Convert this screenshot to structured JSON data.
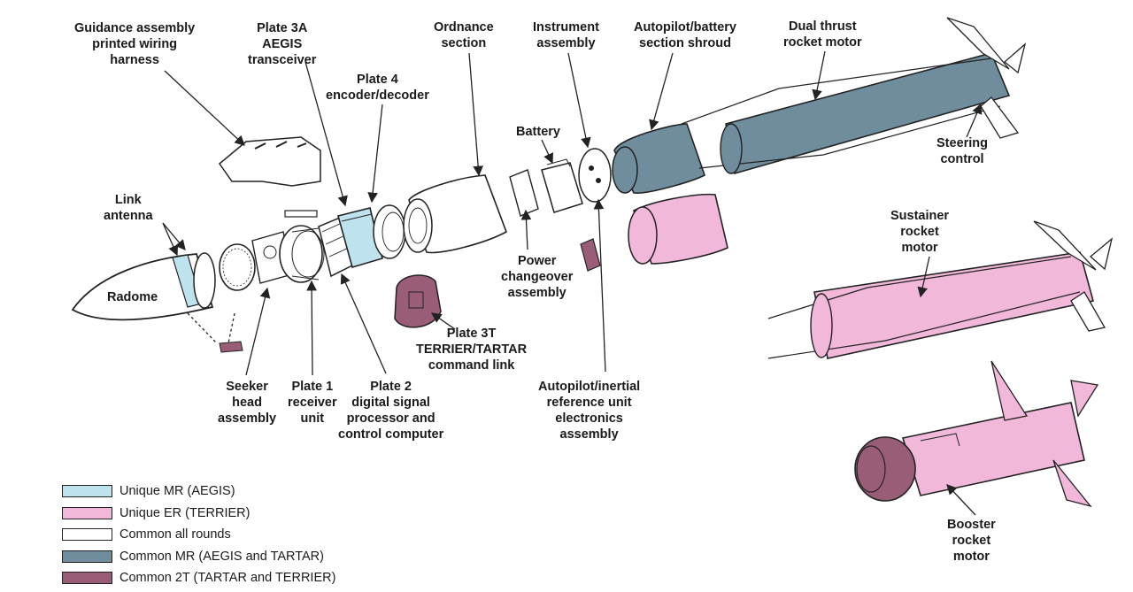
{
  "labels": {
    "guidance_harness": "Guidance assembly\nprinted wiring\nharness",
    "plate3a": "Plate 3A\nAEGIS\ntransceiver",
    "plate4": "Plate 4\nencoder/decoder",
    "ordnance": "Ordnance\nsection",
    "instrument": "Instrument\nassembly",
    "shroud": "Autopilot/battery\nsection shroud",
    "dual_thrust": "Dual thrust\nrocket motor",
    "steering": "Steering\ncontrol",
    "battery": "Battery",
    "link_antenna": "Link\nantenna",
    "radome": "Radome",
    "power": "Power\nchangeover\nassembly",
    "plate3t": "Plate 3T\nTERRIER/TARTAR\ncommand link",
    "seeker": "Seeker\nhead\nassembly",
    "plate1": "Plate 1\nreceiver\nunit",
    "plate2": "Plate 2\ndigital signal\nprocessor and\ncontrol computer",
    "autopilot_ref": "Autopilot/inertial\nreference unit\nelectronics\nassembly",
    "sustainer": "Sustainer\nrocket\nmotor",
    "booster": "Booster\nrocket\nmotor"
  },
  "legend": [
    {
      "label": "Unique MR (AEGIS)",
      "color": "#bfe3ee"
    },
    {
      "label": "Unique ER (TERRIER)",
      "color": "#f1b8da"
    },
    {
      "label": "Common all rounds",
      "color": "#ffffff"
    },
    {
      "label": "Common MR (AEGIS and TARTAR)",
      "color": "#6f8d9c"
    },
    {
      "label": "Common 2T (TARTAR and TERRIER)",
      "color": "#9a5d78"
    }
  ],
  "colors": {
    "aegis": "#bfe3ee",
    "terrier": "#f1b8da",
    "common": "#ffffff",
    "mr": "#6f8d9c",
    "two_t": "#9a5d78",
    "ink": "#222222"
  }
}
